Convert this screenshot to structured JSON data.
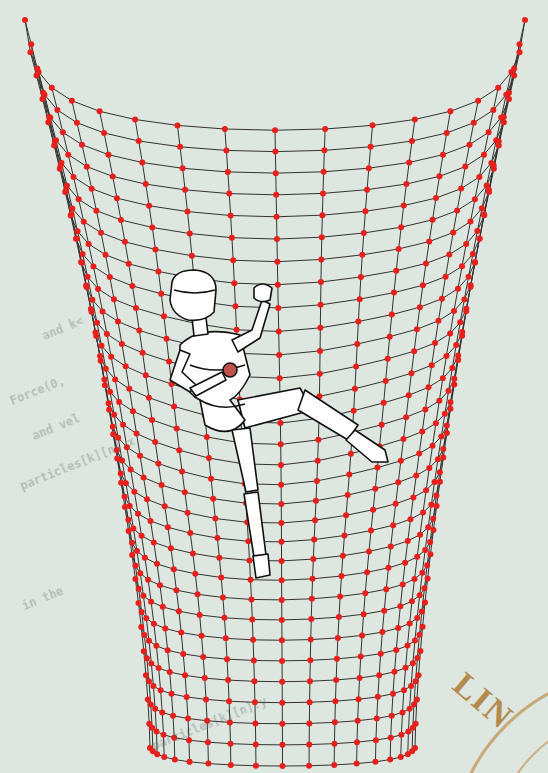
{
  "diagram": {
    "labels": [
      "and k<",
      "Force(0,",
      "particles[k][n].x",
      "and vel",
      "in the",
      "particles[k][n].y",
      "LIN"
    ]
  }
}
